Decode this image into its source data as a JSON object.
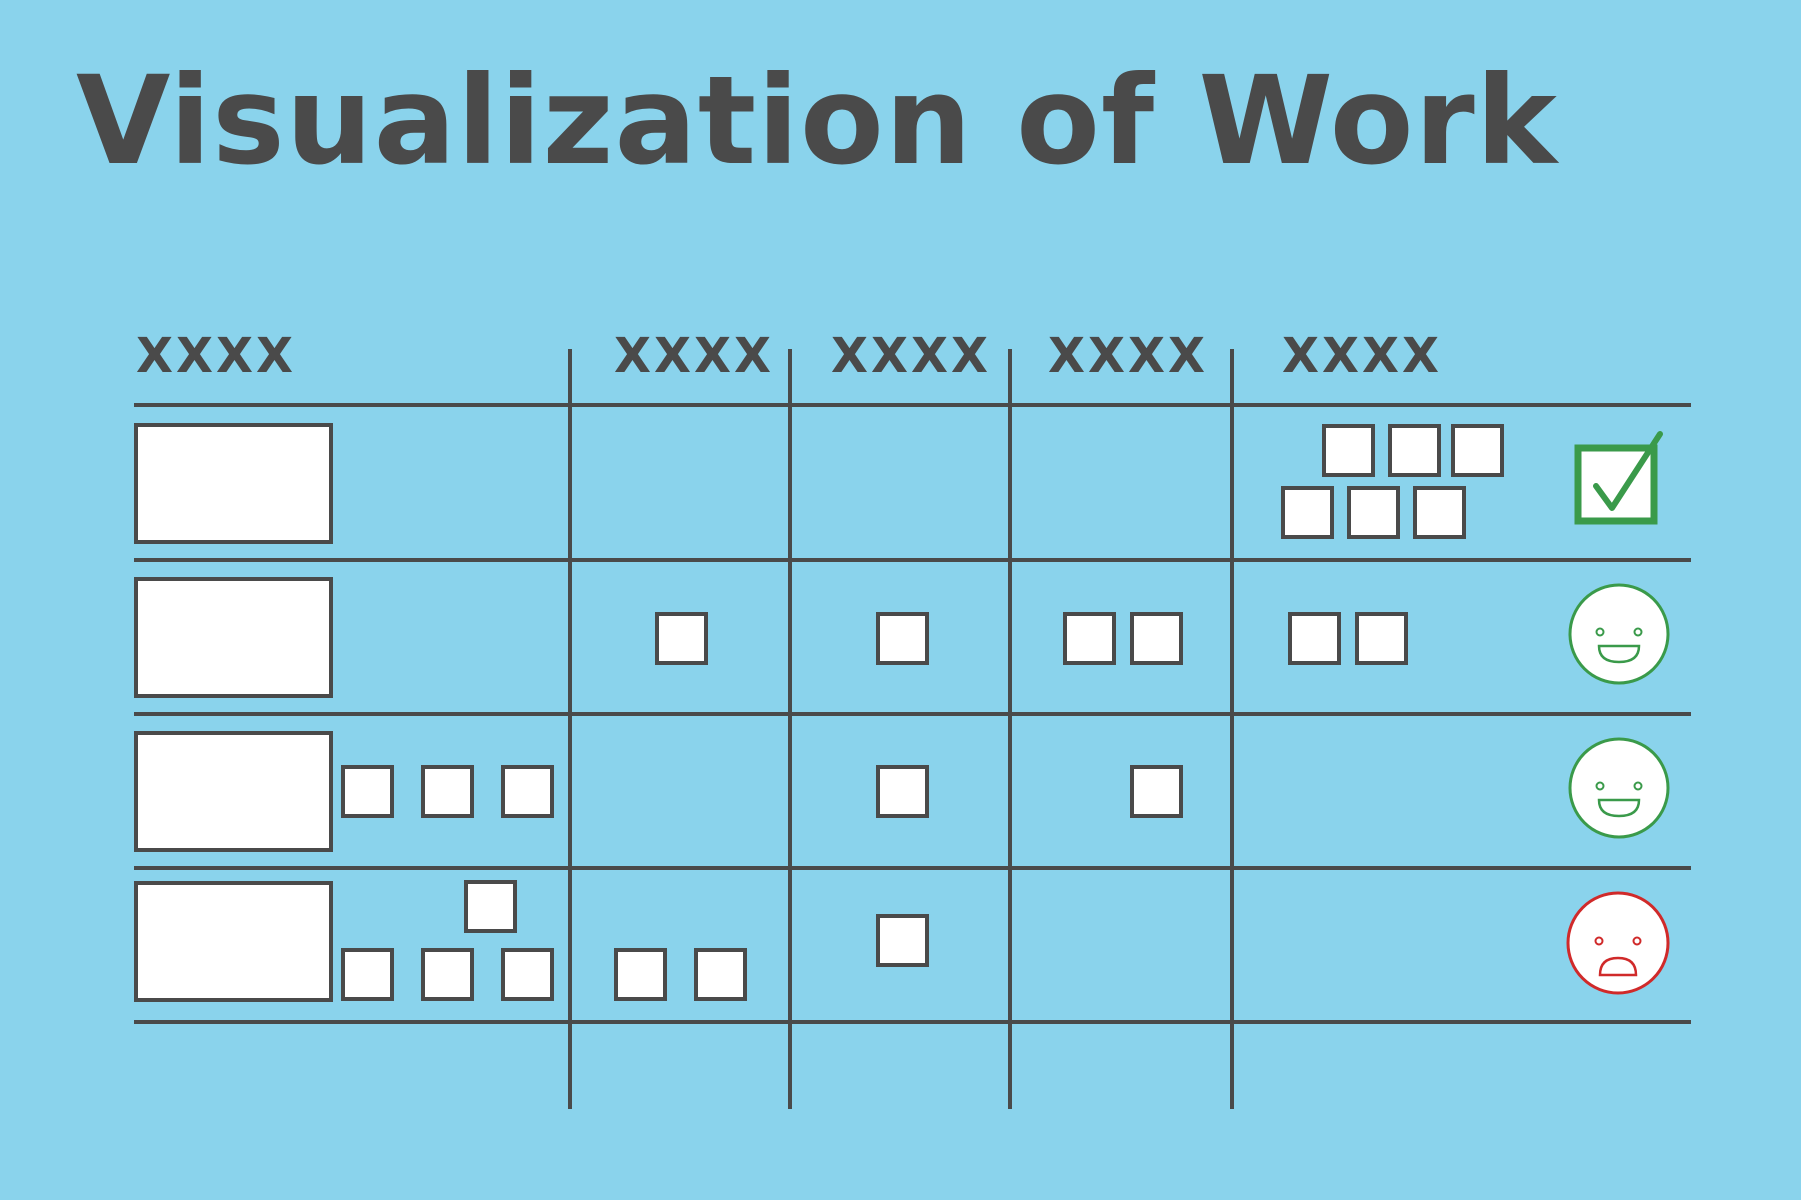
{
  "title": "Visualization of Work",
  "columns": [
    "XXXX",
    "XXXX",
    "XXXX",
    "XXXX",
    "XXXX"
  ],
  "statuses": [
    {
      "row": 1,
      "icon": "checkbox-checked-icon",
      "color": "#3a9a4a"
    },
    {
      "row": 2,
      "icon": "happy-face-icon",
      "color": "#3a9a4a"
    },
    {
      "row": 3,
      "icon": "happy-face-icon",
      "color": "#3a9a4a"
    },
    {
      "row": 4,
      "icon": "sad-face-icon",
      "color": "#d02a2a"
    }
  ],
  "colors": {
    "background": "#8ad3ec",
    "ink": "#4a4a4a",
    "card": "#ffffff"
  }
}
